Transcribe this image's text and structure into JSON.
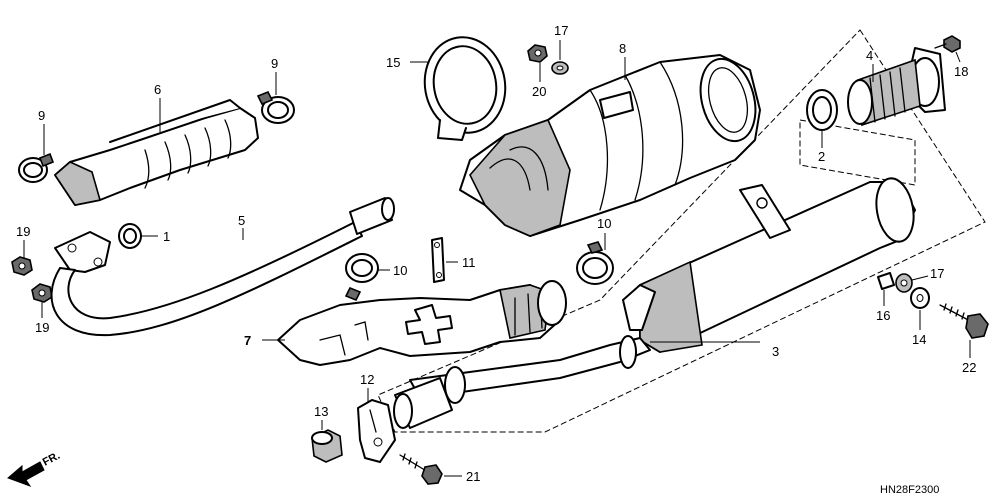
{
  "diagram": {
    "code": "HN28F2300",
    "front_label": "FR.",
    "callouts": {
      "c1": "1",
      "c2": "2",
      "c3": "3",
      "c4": "4",
      "c5": "5",
      "c6": "6",
      "c7": "7",
      "c8": "8",
      "c9a": "9",
      "c9b": "9",
      "c10a": "10",
      "c10b": "10",
      "c11": "11",
      "c12": "12",
      "c13": "13",
      "c14": "14",
      "c15": "15",
      "c16": "16",
      "c17a": "17",
      "c17b": "17",
      "c18": "18",
      "c19a": "19",
      "c19b": "19",
      "c20": "20",
      "c21": "21",
      "c22": "22"
    }
  }
}
